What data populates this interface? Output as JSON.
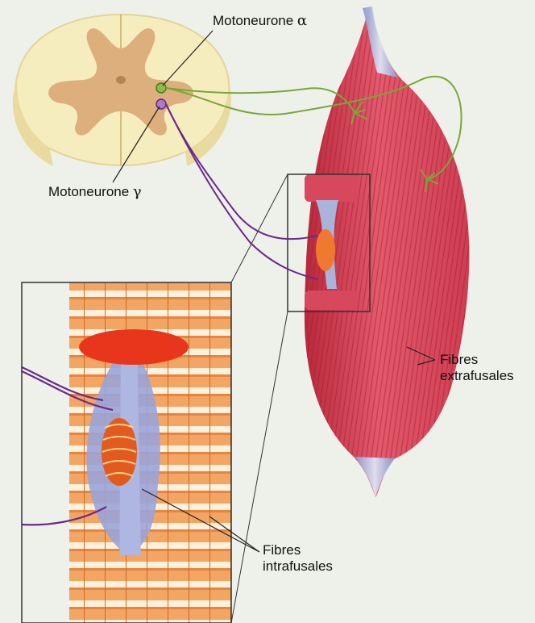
{
  "labels": {
    "motoneurone_alpha": {
      "text": "Motoneurone",
      "symbol": "α"
    },
    "motoneurone_gamma": {
      "text": "Motoneurone",
      "symbol": "γ"
    },
    "fibres_extrafusales": {
      "line1": "Fibres",
      "line2": "extrafusales"
    },
    "fibres_intrafusales": {
      "line1": "Fibres",
      "line2": "intrafusales"
    }
  },
  "colors": {
    "background": "#eef1ea",
    "spinal_cord_white_matter": "#f6edbe",
    "spinal_cord_grey_matter": "#d9a774",
    "muscle": "#d8485c",
    "muscle_fibre_stripes": "#b8283a",
    "tendon": "#aab3da",
    "alpha_nerve": "#7aa63a",
    "gamma_nerve": "#6a2a8a",
    "intrafusal_fibre": "#e35a1e",
    "striated_fibre_light": "#fff2dc",
    "striated_fibre_dark": "#f09a56"
  }
}
